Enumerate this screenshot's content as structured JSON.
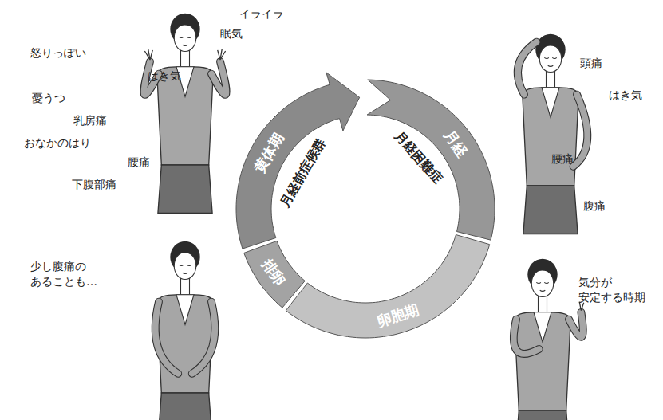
{
  "diagram": {
    "nodes": [
      {
        "text": [
          "黄体期"
        ]
      },
      {
        "text": [
          "月経"
        ]
      },
      {
        "text": [
          "排卵"
        ]
      },
      {
        "text": [
          "卵胞期"
        ]
      }
    ],
    "labels": [
      "イライラ",
      "眠気",
      "怒りっぽい",
      "はき気",
      "憂うつ",
      "乳房痛",
      "おなかのはり",
      "腰痛",
      "下腹部痛",
      "頭痛",
      "はき気",
      "腰痛",
      "腹痛",
      "少し腹痛の あることも…",
      "気分が 安定する時期",
      "月経前症候群",
      "月経困難症"
    ]
  }
}
